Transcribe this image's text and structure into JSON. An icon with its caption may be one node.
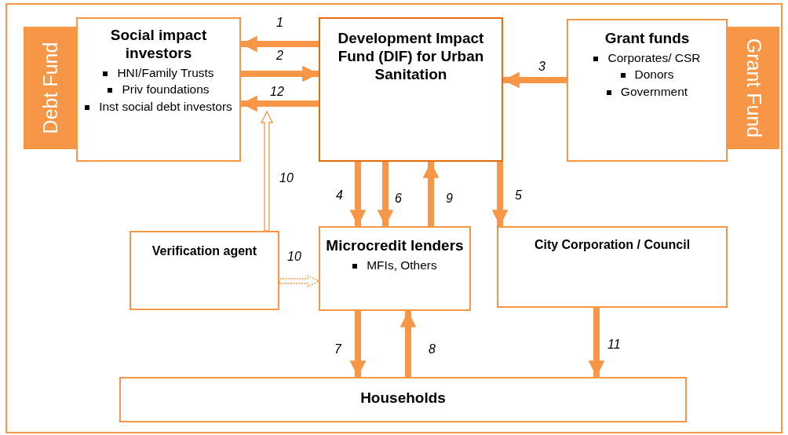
{
  "diagram": {
    "nodes": [
      {
        "text": [
          "Debt Fund"
        ]
      },
      {
        "text": [
          "Social impact investors",
          "HNI/Family Trusts",
          "Priv foundations",
          "Inst social debt investors"
        ]
      },
      {
        "text": [
          "Development Impact Fund (DIF) for Urban Sanitation"
        ]
      },
      {
        "text": [
          "Grant funds",
          "Corporates/ CSR",
          "Donors",
          "Government"
        ]
      },
      {
        "text": [
          "Grant Fund"
        ]
      },
      {
        "text": [
          "Verification agent"
        ]
      },
      {
        "text": [
          "Microcredit lenders",
          "MFIs, Others"
        ]
      },
      {
        "text": [
          "City Corporation / Council"
        ]
      },
      {
        "text": [
          "Households"
        ]
      }
    ],
    "edges": [
      {
        "from": 2,
        "to": 1,
        "arrow": "to",
        "label": "1"
      },
      {
        "from": 1,
        "to": 2,
        "arrow": "to",
        "label": "2"
      },
      {
        "from": 2,
        "to": 1,
        "arrow": "to",
        "label": "12"
      },
      {
        "from": 3,
        "to": 2,
        "arrow": "to",
        "label": "3"
      },
      {
        "from": 5,
        "to": 1,
        "arrow": "to",
        "label": "10"
      },
      {
        "from": 2,
        "to": 6,
        "arrow": "to",
        "label": "4"
      },
      {
        "from": 2,
        "to": 6,
        "arrow": "to",
        "label": "6"
      },
      {
        "from": 6,
        "to": 2,
        "arrow": "to",
        "label": "9"
      },
      {
        "from": 2,
        "to": 7,
        "arrow": "to",
        "label": "5"
      },
      {
        "from": 5,
        "to": 6,
        "arrow": "to",
        "label": "10",
        "style": "dashed"
      },
      {
        "from": 6,
        "to": 8,
        "arrow": "to",
        "label": "7"
      },
      {
        "from": 8,
        "to": 6,
        "arrow": "to",
        "label": "8"
      },
      {
        "from": 7,
        "to": 8,
        "arrow": "to",
        "label": "11"
      }
    ]
  }
}
